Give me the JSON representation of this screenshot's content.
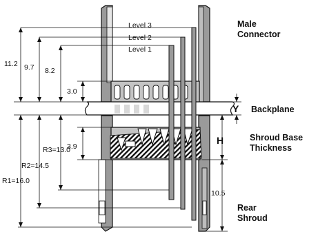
{
  "labels": {
    "male_connector": [
      "Male",
      "Connector"
    ],
    "backplane": "Backplane",
    "shroud_base_thickness": [
      "Shroud Base",
      "Thickness"
    ],
    "rear_shroud": [
      "Rear",
      "Shroud"
    ],
    "level_3": "Level 3",
    "level_2": "Level 2",
    "level_1": "Level 1"
  },
  "dimensions": {
    "d_11_2": "11.2",
    "d_9_7": "9.7",
    "d_8_2": "8.2",
    "d_3_0": "3.0",
    "d_3_9": "3.9",
    "d_10_5": "10.5",
    "r3": "R3=13.0",
    "r2": "R2=14.5",
    "r1": "R1=16.0",
    "y": "Y",
    "h": "H"
  },
  "colors": {
    "ink": "#111111",
    "shroud_fill": "#9a9a9a",
    "light_fill": "#d8d8d8",
    "housing_fill": "#c4c4c4"
  }
}
